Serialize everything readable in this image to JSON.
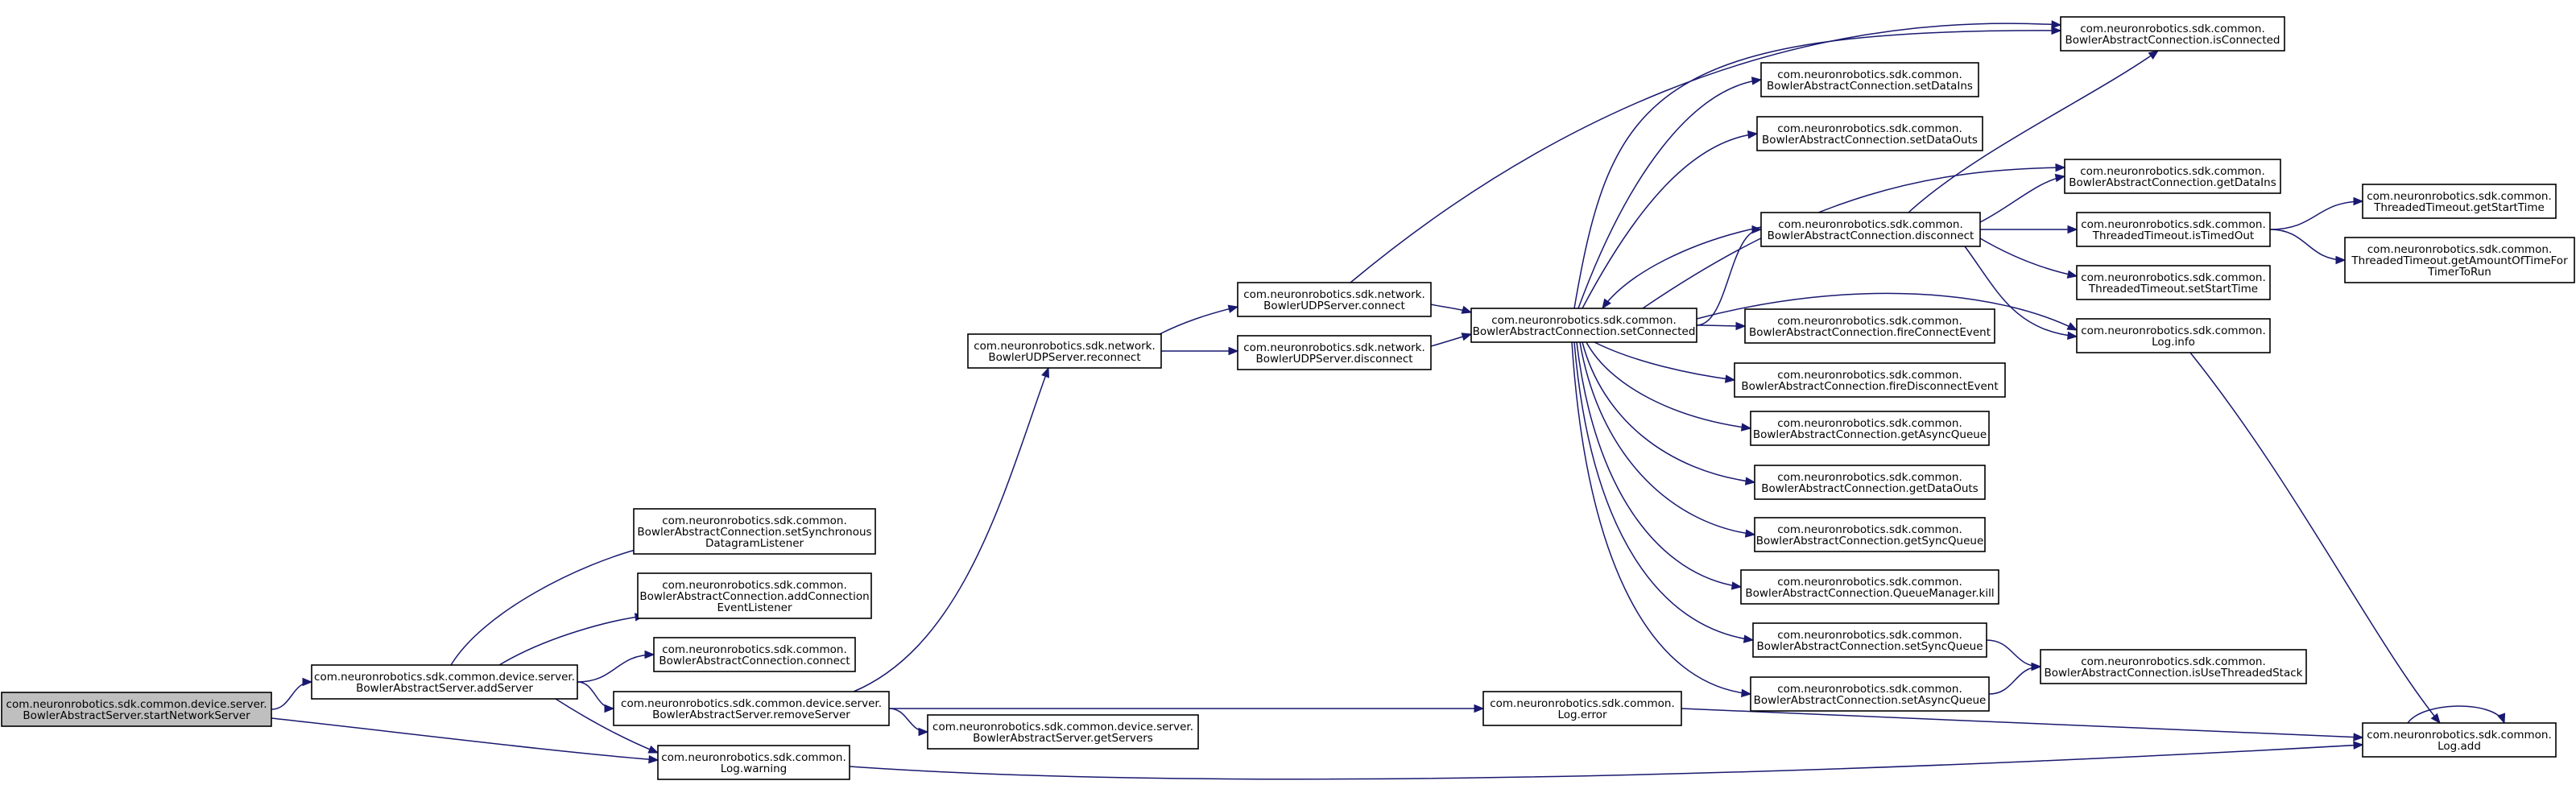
{
  "colors": {
    "edge": "#191970",
    "node_border": "#000000",
    "root_fill": "#bfbfbf",
    "node_fill": "#ffffff"
  },
  "nodes": [
    {
      "id": "startNetworkServer",
      "lines": [
        "com.neuronrobotics.sdk.common.device.server.",
        "BowlerAbstractServer.startNetworkServer"
      ],
      "root": true
    },
    {
      "id": "addServer",
      "lines": [
        "com.neuronrobotics.sdk.common.device.server.",
        "BowlerAbstractServer.addServer"
      ]
    },
    {
      "id": "setSyncDatagramListener",
      "lines": [
        "com.neuronrobotics.sdk.common.",
        "BowlerAbstractConnection.setSynchronous",
        "DatagramListener"
      ]
    },
    {
      "id": "addConnectionEventListener",
      "lines": [
        "com.neuronrobotics.sdk.common.",
        "BowlerAbstractConnection.addConnection",
        "EventListener"
      ]
    },
    {
      "id": "connect",
      "lines": [
        "com.neuronrobotics.sdk.common.",
        "BowlerAbstractConnection.connect"
      ]
    },
    {
      "id": "removeServer",
      "lines": [
        "com.neuronrobotics.sdk.common.device.server.",
        "BowlerAbstractServer.removeServer"
      ]
    },
    {
      "id": "warning",
      "lines": [
        "com.neuronrobotics.sdk.common.",
        "Log.warning"
      ]
    },
    {
      "id": "getServers",
      "lines": [
        "com.neuronrobotics.sdk.common.device.server.",
        "BowlerAbstractServer.getServers"
      ]
    },
    {
      "id": "reconnect",
      "lines": [
        "com.neuronrobotics.sdk.network.",
        "BowlerUDPServer.reconnect"
      ]
    },
    {
      "id": "udpConnect",
      "lines": [
        "com.neuronrobotics.sdk.network.",
        "BowlerUDPServer.connect"
      ]
    },
    {
      "id": "udpDisconnect",
      "lines": [
        "com.neuronrobotics.sdk.network.",
        "BowlerUDPServer.disconnect"
      ]
    },
    {
      "id": "error",
      "lines": [
        "com.neuronrobotics.sdk.common.",
        "Log.error"
      ]
    },
    {
      "id": "setConnected",
      "lines": [
        "com.neuronrobotics.sdk.common.",
        "BowlerAbstractConnection.setConnected"
      ]
    },
    {
      "id": "setDataIns",
      "lines": [
        "com.neuronrobotics.sdk.common.",
        "BowlerAbstractConnection.setDataIns"
      ]
    },
    {
      "id": "setDataOuts",
      "lines": [
        "com.neuronrobotics.sdk.common.",
        "BowlerAbstractConnection.setDataOuts"
      ]
    },
    {
      "id": "disconnect",
      "lines": [
        "com.neuronrobotics.sdk.common.",
        "BowlerAbstractConnection.disconnect"
      ]
    },
    {
      "id": "fireConnectEvent",
      "lines": [
        "com.neuronrobotics.sdk.common.",
        "BowlerAbstractConnection.fireConnectEvent"
      ]
    },
    {
      "id": "fireDisconnectEvent",
      "lines": [
        "com.neuronrobotics.sdk.common.",
        "BowlerAbstractConnection.fireDisconnectEvent"
      ]
    },
    {
      "id": "getAsyncQueue",
      "lines": [
        "com.neuronrobotics.sdk.common.",
        "BowlerAbstractConnection.getAsyncQueue"
      ]
    },
    {
      "id": "getDataOuts",
      "lines": [
        "com.neuronrobotics.sdk.common.",
        "BowlerAbstractConnection.getDataOuts"
      ]
    },
    {
      "id": "getSyncQueue",
      "lines": [
        "com.neuronrobotics.sdk.common.",
        "BowlerAbstractConnection.getSyncQueue"
      ]
    },
    {
      "id": "queueKill",
      "lines": [
        "com.neuronrobotics.sdk.common.",
        "BowlerAbstractConnection.QueueManager.kill"
      ]
    },
    {
      "id": "setSyncQueue",
      "lines": [
        "com.neuronrobotics.sdk.common.",
        "BowlerAbstractConnection.setSyncQueue"
      ]
    },
    {
      "id": "setAsyncQueue",
      "lines": [
        "com.neuronrobotics.sdk.common.",
        "BowlerAbstractConnection.setAsyncQueue"
      ]
    },
    {
      "id": "isConnected",
      "lines": [
        "com.neuronrobotics.sdk.common.",
        "BowlerAbstractConnection.isConnected"
      ]
    },
    {
      "id": "getDataIns",
      "lines": [
        "com.neuronrobotics.sdk.common.",
        "BowlerAbstractConnection.getDataIns"
      ]
    },
    {
      "id": "isTimedOut",
      "lines": [
        "com.neuronrobotics.sdk.common.",
        "ThreadedTimeout.isTimedOut"
      ]
    },
    {
      "id": "setStartTime",
      "lines": [
        "com.neuronrobotics.sdk.common.",
        "ThreadedTimeout.setStartTime"
      ]
    },
    {
      "id": "info",
      "lines": [
        "com.neuronrobotics.sdk.common.",
        "Log.info"
      ]
    },
    {
      "id": "isUseThreadedStack",
      "lines": [
        "com.neuronrobotics.sdk.common.",
        "BowlerAbstractConnection.isUseThreadedStack"
      ]
    },
    {
      "id": "getStartTime",
      "lines": [
        "com.neuronrobotics.sdk.common.",
        "ThreadedTimeout.getStartTime"
      ]
    },
    {
      "id": "getAmountOfTime",
      "lines": [
        "com.neuronrobotics.sdk.common.",
        "ThreadedTimeout.getAmountOfTimeFor",
        "TimerToRun"
      ]
    },
    {
      "id": "add",
      "lines": [
        "com.neuronrobotics.sdk.common.",
        "Log.add"
      ]
    }
  ],
  "edges": [
    [
      "startNetworkServer",
      "addServer"
    ],
    [
      "startNetworkServer",
      "warning"
    ],
    [
      "addServer",
      "setSyncDatagramListener"
    ],
    [
      "addServer",
      "addConnectionEventListener"
    ],
    [
      "addServer",
      "connect"
    ],
    [
      "addServer",
      "removeServer"
    ],
    [
      "addServer",
      "warning"
    ],
    [
      "removeServer",
      "reconnect"
    ],
    [
      "removeServer",
      "getServers"
    ],
    [
      "removeServer",
      "error"
    ],
    [
      "warning",
      "add"
    ],
    [
      "reconnect",
      "udpConnect"
    ],
    [
      "reconnect",
      "udpDisconnect"
    ],
    [
      "udpConnect",
      "isConnected"
    ],
    [
      "udpConnect",
      "setConnected"
    ],
    [
      "udpDisconnect",
      "setConnected"
    ],
    [
      "error",
      "add"
    ],
    [
      "setConnected",
      "isConnected"
    ],
    [
      "setConnected",
      "setDataIns"
    ],
    [
      "setConnected",
      "setDataOuts"
    ],
    [
      "setConnected",
      "getDataIns"
    ],
    [
      "setConnected",
      "disconnect"
    ],
    [
      "setConnected",
      "info"
    ],
    [
      "setConnected",
      "fireConnectEvent"
    ],
    [
      "setConnected",
      "fireDisconnectEvent"
    ],
    [
      "setConnected",
      "getAsyncQueue"
    ],
    [
      "setConnected",
      "getDataOuts"
    ],
    [
      "setConnected",
      "getSyncQueue"
    ],
    [
      "setConnected",
      "queueKill"
    ],
    [
      "setConnected",
      "setSyncQueue"
    ],
    [
      "setConnected",
      "setAsyncQueue"
    ],
    [
      "disconnect",
      "isConnected"
    ],
    [
      "disconnect",
      "getDataIns"
    ],
    [
      "disconnect",
      "isTimedOut"
    ],
    [
      "disconnect",
      "setStartTime"
    ],
    [
      "disconnect",
      "info"
    ],
    [
      "disconnect",
      "setConnected"
    ],
    [
      "isTimedOut",
      "getStartTime"
    ],
    [
      "isTimedOut",
      "getAmountOfTime"
    ],
    [
      "setSyncQueue",
      "isUseThreadedStack"
    ],
    [
      "setAsyncQueue",
      "isUseThreadedStack"
    ],
    [
      "info",
      "add"
    ],
    [
      "add",
      "add"
    ]
  ]
}
